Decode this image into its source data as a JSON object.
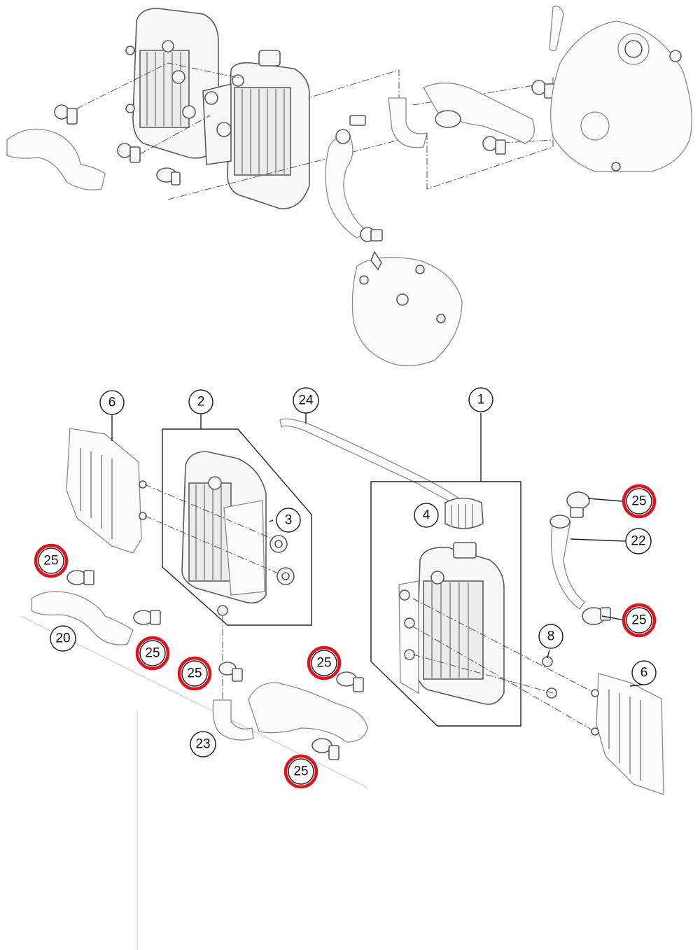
{
  "diagram": {
    "callouts": {
      "c1": "1",
      "c2": "2",
      "c3": "3",
      "c4": "4",
      "c6a": "6",
      "c6b": "6",
      "c8": "8",
      "c20": "20",
      "c22": "22",
      "c23": "23",
      "c24": "24",
      "c25a": "25",
      "c25b": "25",
      "c25c": "25",
      "c25d": "25",
      "c25e": "25",
      "c25f": "25",
      "c25g": "25"
    },
    "highlight_color": "#e0141e"
  }
}
